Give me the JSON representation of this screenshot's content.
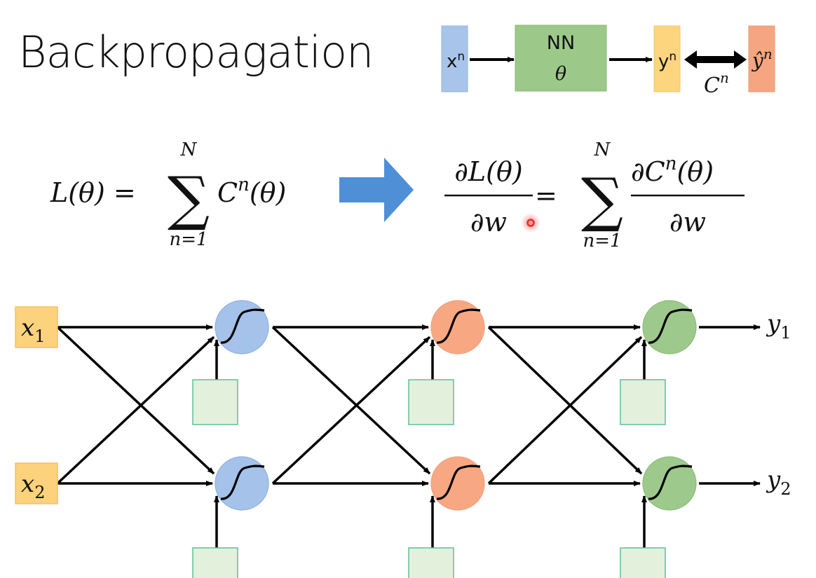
{
  "title": "Backpropagation",
  "top_diagram": {
    "input_label": "x",
    "input_sup": "n",
    "nn_label": "NN",
    "nn_param": "θ",
    "output_label": "y",
    "output_sup": "n",
    "target_label": "ŷ",
    "target_sup": "n",
    "cost_label": "C",
    "cost_sup": "n",
    "colors": {
      "input": "#a9c4ea",
      "nn": "#9cc98a",
      "output": "#fdd57f",
      "target": "#f5a57f"
    }
  },
  "equations": {
    "left": {
      "lhs": "L(θ) =",
      "sum_upper": "N",
      "sum_lower": "n=1",
      "term": "C",
      "term_sup": "n",
      "term_arg": "(θ)"
    },
    "right": {
      "numerator": "∂L(θ)",
      "denominator": "∂w",
      "equals": "=",
      "sum_upper": "N",
      "sum_lower": "n=1",
      "term_numerator_prefix": "∂C",
      "term_numerator_sup": "n",
      "term_numerator_arg": "(θ)",
      "term_denominator": "∂w"
    },
    "arrow_color": "#4e8fd6"
  },
  "network": {
    "inputs": [
      {
        "label": "x",
        "sub": "1"
      },
      {
        "label": "x",
        "sub": "2"
      }
    ],
    "outputs": [
      {
        "label": "y",
        "sub": "1"
      },
      {
        "label": "y",
        "sub": "2"
      }
    ],
    "layers": [
      {
        "name": "layer-1",
        "color": "#a4c2ea",
        "stroke": "#8fb0dc"
      },
      {
        "name": "layer-2",
        "color": "#f7a883",
        "stroke": "#eea07b"
      },
      {
        "name": "layer-3",
        "color": "#9ec98c",
        "stroke": "#8cbb7a"
      }
    ],
    "input_color": "#fdd27c",
    "input_stroke": "#f5c25a",
    "bias_fill": "#e3f0dc",
    "bias_stroke": "#5fbf9a",
    "activation": "sigmoid"
  },
  "cursor": {
    "color": "#e32b2b"
  }
}
